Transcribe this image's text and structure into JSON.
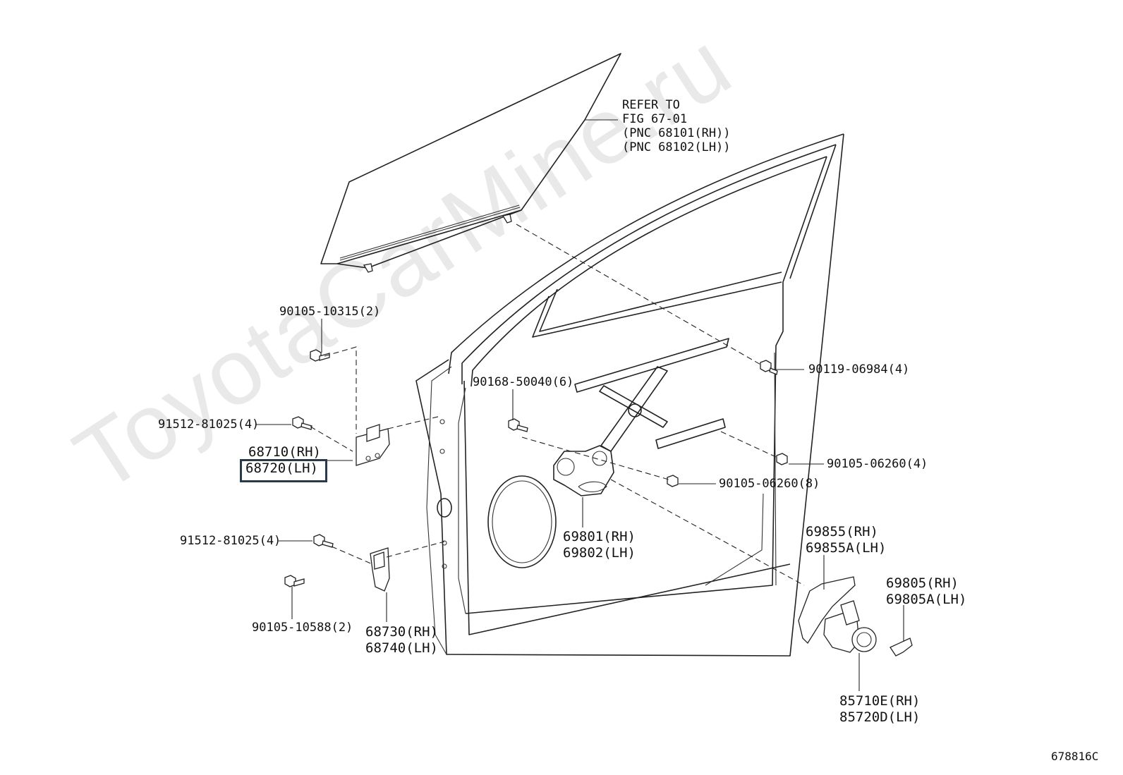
{
  "watermark": "ToyotaCarMine.ru",
  "figure_code": "678816C",
  "labels": {
    "refer": [
      "REFER TO",
      "FIG 67-01",
      "(PNC 68101(RH))",
      "(PNC 68102(LH))"
    ],
    "bolt_90105_10315": "90105-10315(2)",
    "bolt_91512_upper": "91512-81025(4)",
    "hinge_upper_rh": "68710(RH)",
    "hinge_upper_lh": "68720(LH)",
    "bolt_91512_lower": "91512-81025(4)",
    "bolt_90105_10588": "90105-10588(2)",
    "hinge_lower_rh": "68730(RH)",
    "hinge_lower_lh": "68740(LH)",
    "bolt_90168": "90168-50040(6)",
    "bolt_90119": "90119-06984(4)",
    "bolt_90105_06260_r": "90105-06260(4)",
    "bolt_90105_06260_c": "90105-06260(8)",
    "regulator_rh": "69801(RH)",
    "regulator_lh": "69802(LH)",
    "cover_rh": "69855(RH)",
    "cover_lh": "69855A(LH)",
    "bracket_rh": "69805(RH)",
    "bracket_lh": "69805A(LH)",
    "motor_rh": "85710E(RH)",
    "motor_lh": "85720D(LH)"
  },
  "highlighted_part": "68720(LH)"
}
